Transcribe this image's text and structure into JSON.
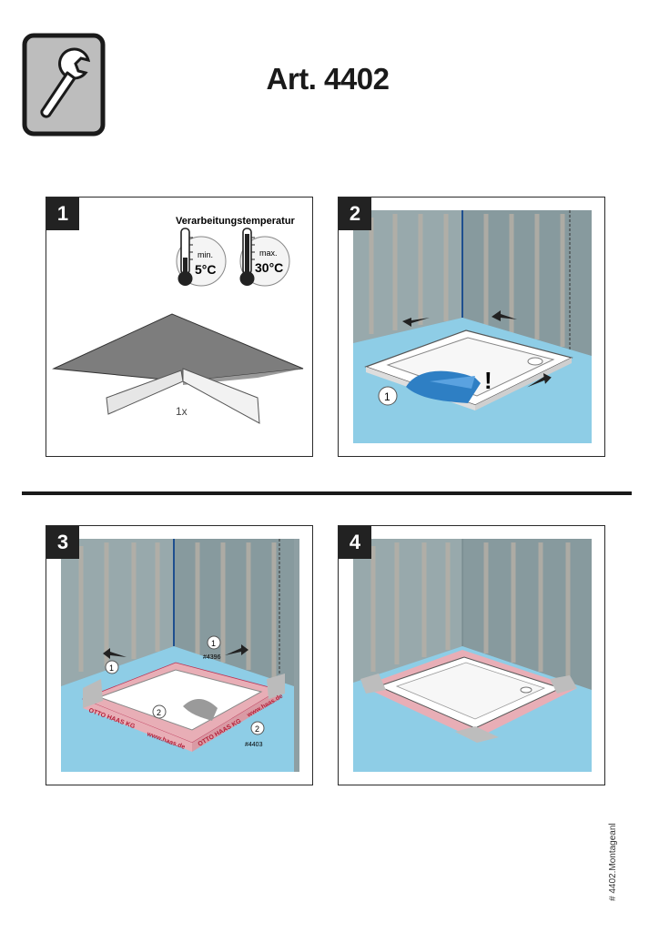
{
  "header": {
    "title": "Art. 4402",
    "tool_icon": "wrench-icon"
  },
  "steps": [
    {
      "number": "1",
      "heading": "Verarbeitungstemperatur",
      "min_label": "min.",
      "min_value": "5°C",
      "max_label": "max.",
      "max_value": "30°C",
      "quantity": "1x"
    },
    {
      "number": "2",
      "callout_1": "1",
      "warning": "!"
    },
    {
      "number": "3",
      "callout_1": "1",
      "callout_1b": "1",
      "callout_2": "2",
      "callout_2b": "2",
      "code_1": "#4396",
      "code_2": "#4403",
      "tape_text_1": "OTTO HAAS KG",
      "tape_text_2": "www.haas.de",
      "tape_text_3": "OTTO HAAS KG",
      "tape_text_4": "www.haas.de"
    },
    {
      "number": "4"
    }
  ],
  "footer": {
    "doc_id": "# 4402.Montageanl"
  },
  "colors": {
    "floor": "#8ecde6",
    "wall": "#8e9fa3",
    "seal_pink": "#e8aeb6",
    "blue_cloth": "#2e7fc4",
    "dark": "#222222"
  }
}
